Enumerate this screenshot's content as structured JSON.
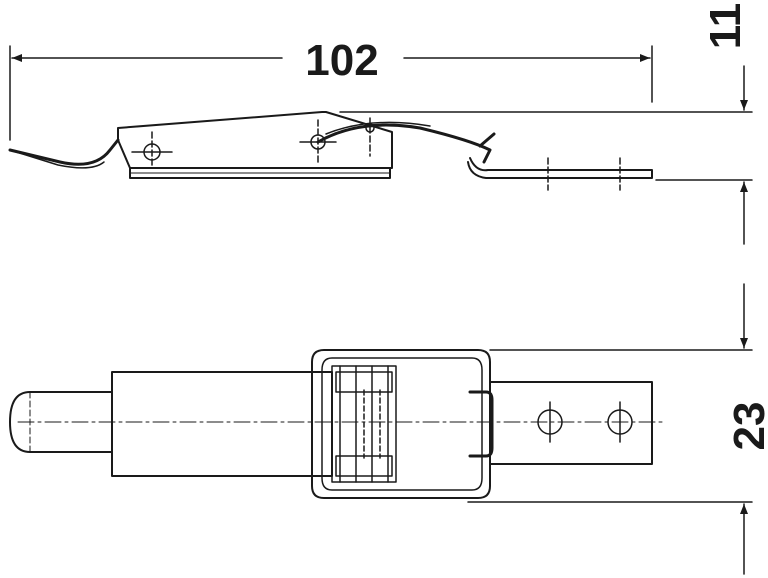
{
  "dimensions": {
    "length": "102",
    "height": "11",
    "width": "23"
  },
  "colors": {
    "line": "#1a1a1a",
    "background": "#ffffff"
  }
}
